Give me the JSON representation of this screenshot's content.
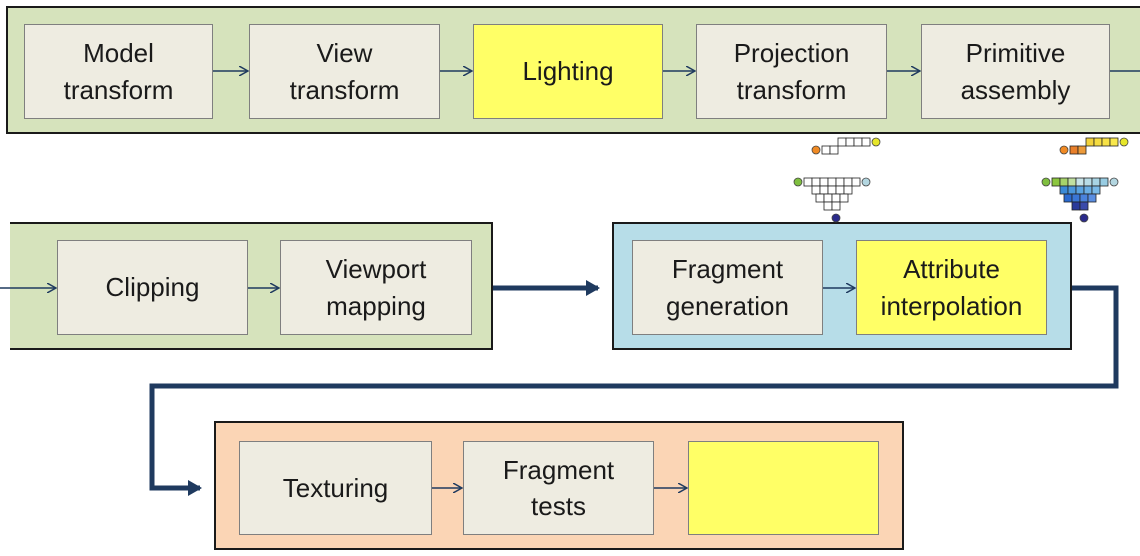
{
  "stages": {
    "geometry": {
      "boxes": [
        {
          "label": "Model\ntransform",
          "highlight": false
        },
        {
          "label": "View\ntransform",
          "highlight": false
        },
        {
          "label": "Lighting",
          "highlight": true
        },
        {
          "label": "Projection\ntransform",
          "highlight": false
        },
        {
          "label": "Primitive\nassembly",
          "highlight": false
        }
      ]
    },
    "clip": {
      "boxes": [
        {
          "label": "Clipping",
          "highlight": false
        },
        {
          "label": "Viewport\nmapping",
          "highlight": false
        }
      ]
    },
    "raster": {
      "boxes": [
        {
          "label": "Fragment\ngeneration",
          "highlight": false
        },
        {
          "label": "Attribute\ninterpolation",
          "highlight": true
        }
      ]
    },
    "fragment": {
      "boxes": [
        {
          "label": "Texturing",
          "highlight": false
        },
        {
          "label": "Fragment\ntests",
          "highlight": false
        },
        {
          "label": "",
          "highlight": true
        }
      ]
    }
  },
  "colors": {
    "geometry_bg": "#d6e3bc",
    "raster_bg": "#b7dde8",
    "fragment_bg": "#fbd5b5",
    "box_bg": "#eeece1",
    "highlight": "#ffff66",
    "connector": "#1f3a5f"
  }
}
